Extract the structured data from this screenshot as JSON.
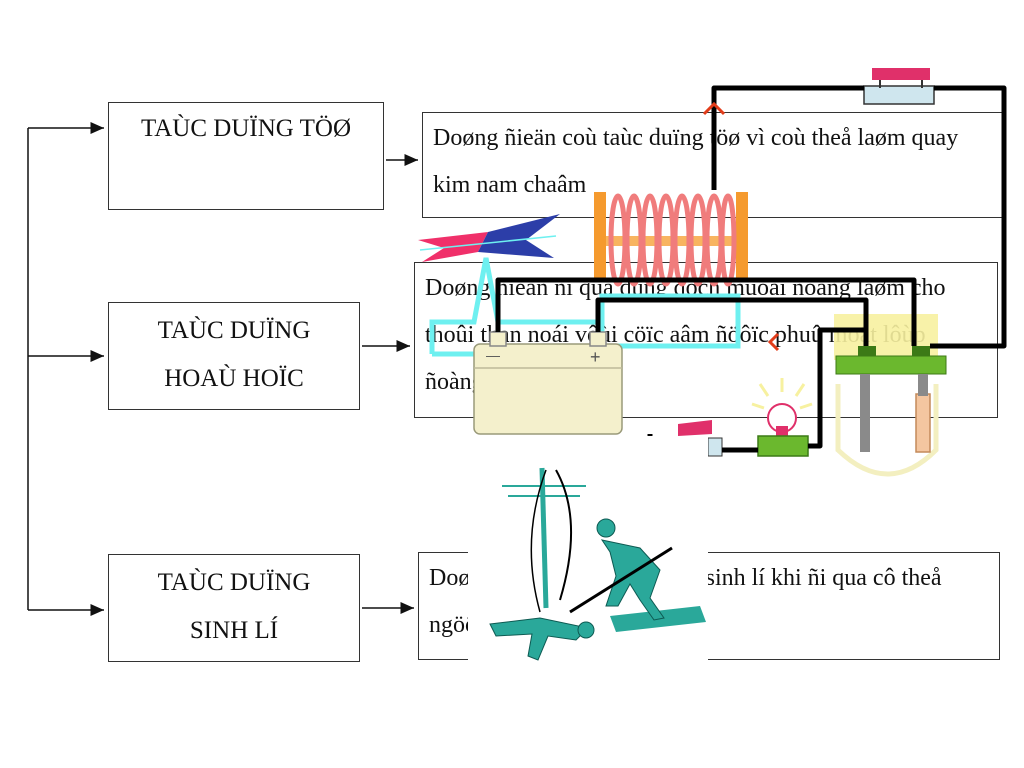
{
  "effects": [
    {
      "label_lines": [
        "TAÙC DUÏNG TÖØ"
      ],
      "description": "Doøng ñieän coù taùc duïng töø vì coù theå laøm quay kim nam chaâm"
    },
    {
      "label_lines": [
        "TAÙC DUÏNG",
        "HOAÙ HOÏC"
      ],
      "description": "Doøng ñieän ñi qua dung dòch muoái ñoàng laøm cho thoûi than noái vôùi cöïc aâm ñöôïc phuû moät lôùp ñoàng"
    },
    {
      "label_lines": [
        "TAÙC DUÏNG",
        "SINH LÍ"
      ],
      "description": "Doøng ñieän coù taùc duïng sinh lí khi ñi qua cô theå ngöôøi vaø ñoäng vaät"
    }
  ],
  "battery_terminals": {
    "negative": "—",
    "positive": "+"
  },
  "colors": {
    "wire": "#000000",
    "coil_core": "#f59a2e",
    "coil_winding": "#f07c7c",
    "frame_outline": "#6ef0f0",
    "switch_knob": "#e0306a",
    "flag_red": "#f0306a",
    "flag_blue": "#2c3ea8",
    "battery_body": "#f4f0cc",
    "cell_base": "#6bb82e",
    "figure_teal": "#2aa89a",
    "arrow": "#e23c1a"
  },
  "icons": [
    "compass-needle-icon",
    "electromagnet-icon",
    "battery-icon",
    "switch-icon",
    "bulb-icon",
    "electrolysis-cell-icon",
    "electric-shock-rescue-icon"
  ]
}
